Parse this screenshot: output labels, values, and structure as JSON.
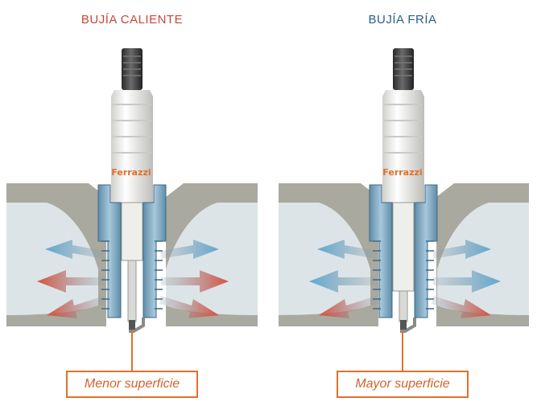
{
  "hot": {
    "title": "BUJÍA CALIENTE",
    "caption": "Menor superficie",
    "brand": "Ferrazzi"
  },
  "cold": {
    "title": "BUJÍA FRÍA",
    "caption": "Mayor superficie",
    "brand": "Ferrazzi"
  },
  "colors": {
    "hot_title": "#c8463a",
    "cold_title": "#2f5d8c",
    "accent": "#e2702a",
    "head_wall": "#a9a99f",
    "head_cavity": "#dde4e7",
    "thread_shell": "#7fa8c2",
    "insulator": "#f3f3f1",
    "terminal": "#3d3d3d",
    "arrow_cool": "#5fa9d3",
    "arrow_hot": "#d9503d"
  }
}
